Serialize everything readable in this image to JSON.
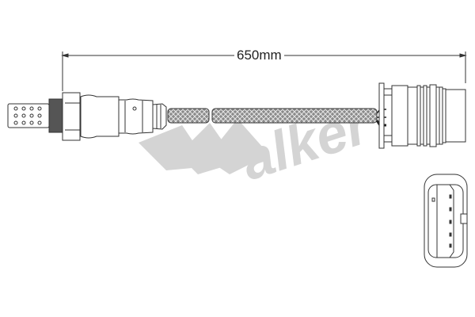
{
  "diagram": {
    "subject": "oxygen sensor",
    "dimension": {
      "label": "650mm"
    },
    "watermark": {
      "text": "Walker",
      "color": "#d0d0d0"
    },
    "views": [
      "sensor-side-view",
      "connector-end-view"
    ],
    "colors": {
      "line": "#333333",
      "braid": "#6a6a6a",
      "background": "#ffffff"
    }
  }
}
